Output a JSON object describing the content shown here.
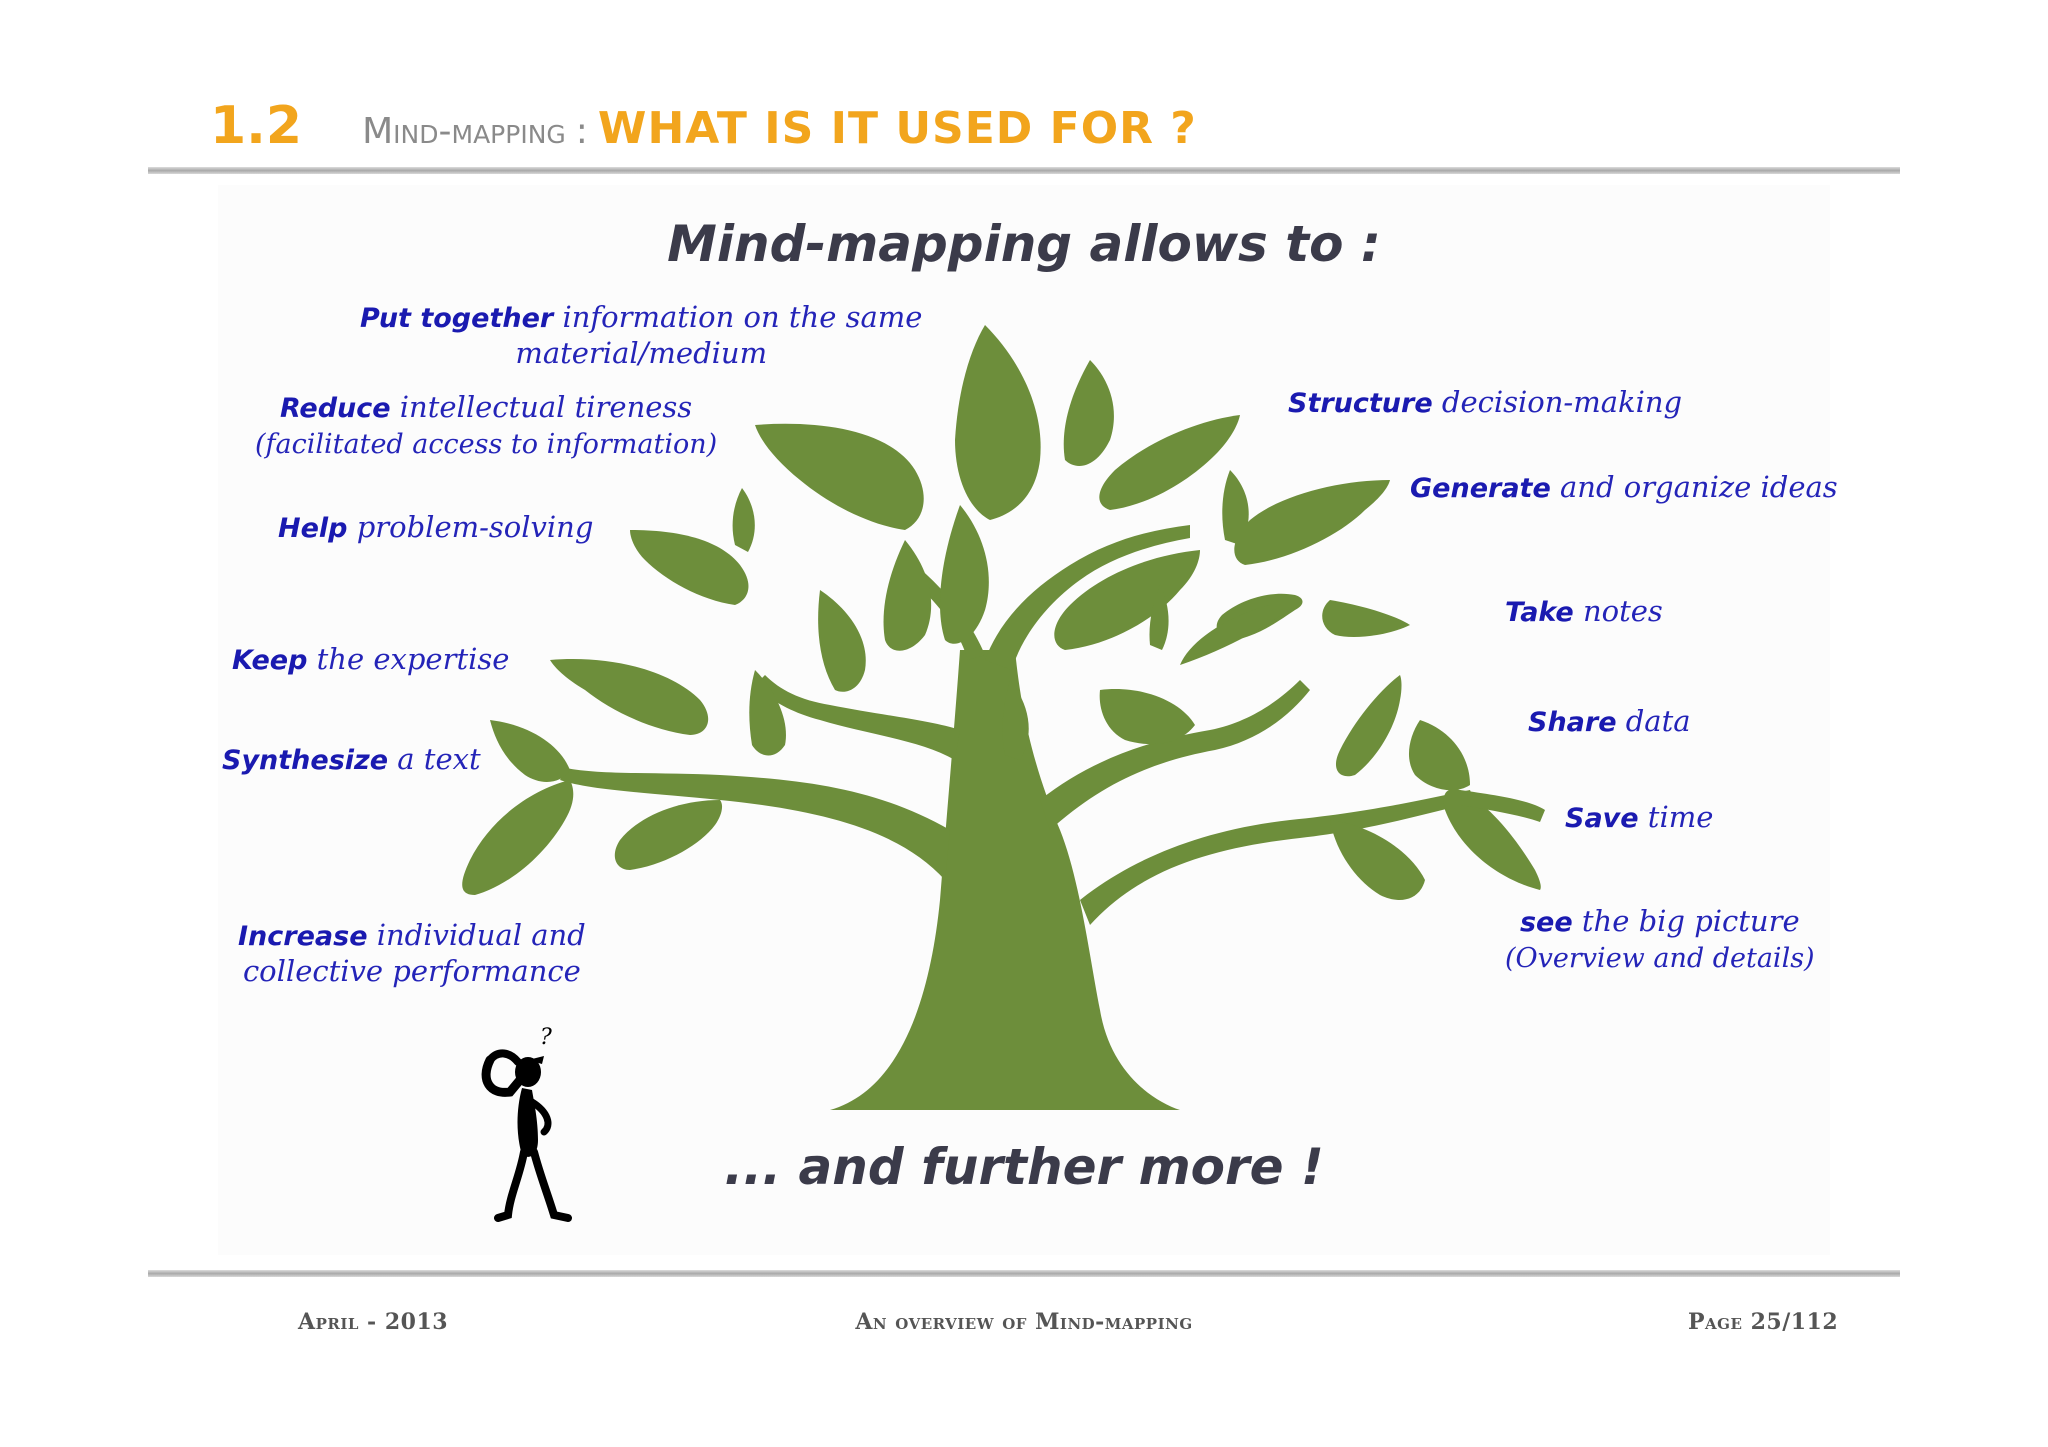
{
  "header": {
    "section_number": "1.2",
    "prefix": "Mind-mapping",
    "separator": ":",
    "title": "WHAT IS IT USED FOR ?"
  },
  "headline": "Mind-mapping allows to :",
  "closing": "... and further more !",
  "left_items": [
    {
      "bold": "Put together",
      "rest": "information on the same",
      "line2": "material/medium"
    },
    {
      "bold": "Reduce",
      "rest": "intellectual tireness",
      "line2": "(facilitated access to information)"
    },
    {
      "bold": "Help",
      "rest": "problem-solving"
    },
    {
      "bold": "Keep",
      "rest": "the expertise"
    },
    {
      "bold": "Synthesize",
      "rest": "a text"
    },
    {
      "bold": "Increase",
      "rest": "individual and",
      "line2": "collective performance"
    }
  ],
  "right_items": [
    {
      "bold": "Structure",
      "rest": "decision-making"
    },
    {
      "bold": "Generate",
      "rest": "and organize ideas"
    },
    {
      "bold": "Take",
      "rest": "notes"
    },
    {
      "bold": "Share",
      "rest": "data"
    },
    {
      "bold": "Save",
      "rest": "time"
    },
    {
      "bold": "see",
      "rest": "the big picture",
      "line2": "(Overview and details)"
    }
  ],
  "thinking_man": {
    "mark": "?"
  },
  "footer": {
    "date": "April - 2013",
    "title": "An overview of Mind-mapping",
    "page": "Page 25/112"
  },
  "colors": {
    "accent": "#f2a51d",
    "item_text": "#2424b8",
    "tree": "#6d8e3b",
    "headline": "#3b3b4a"
  }
}
